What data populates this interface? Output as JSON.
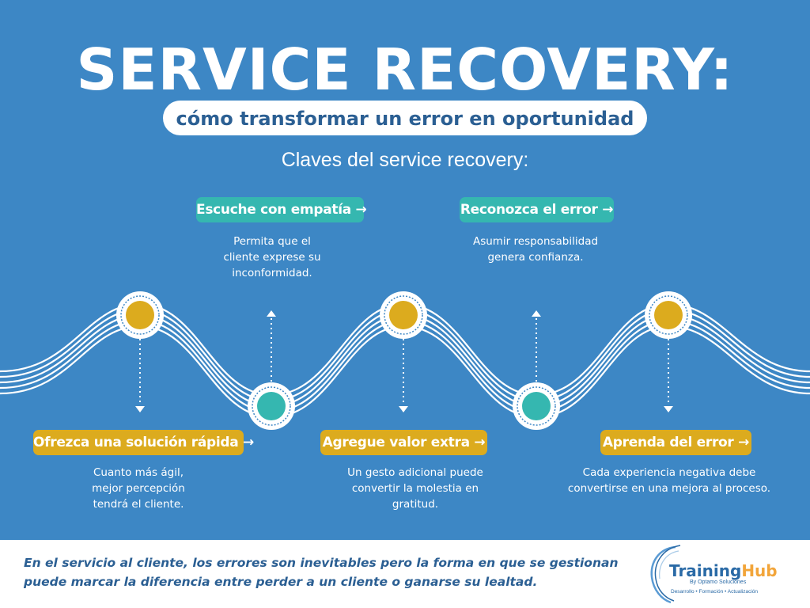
{
  "title": "SERVICE RECOVERY:",
  "subtitle": "cómo transformar un error en oportunidad",
  "section_heading": "Claves del service recovery:",
  "steps": [
    {
      "label": "Ofrezca una solución rápida →",
      "desc_lines": [
        "Cuanto más ágil,",
        "mejor percepción",
        "tendrá el cliente."
      ],
      "color": "#dcab1e"
    },
    {
      "label": "Escuche con empatía →",
      "desc_lines": [
        "Permita que el",
        "cliente exprese su",
        "inconformidad."
      ],
      "color": "#35b7b0"
    },
    {
      "label": "Agregue valor extra →",
      "desc_lines": [
        "Un gesto adicional puede",
        "convertir la molestia en",
        "gratitud."
      ],
      "color": "#dcab1e"
    },
    {
      "label": "Reconozca el error →",
      "desc_lines": [
        "Asumir responsabilidad",
        "genera confianza."
      ],
      "color": "#35b7b0"
    },
    {
      "label": "Aprenda del error →",
      "desc_lines": [
        "Cada experiencia negativa debe",
        "convertirse en una mejora al proceso."
      ],
      "color": "#dcab1e"
    }
  ],
  "footer": {
    "text": "En el servicio al cliente, los errores son inevitables pero la forma en que se gestionan puede marcar la diferencia entre perder a un cliente o ganarse su lealtad."
  },
  "logo": {
    "name_part1": "Training",
    "name_part2": "Hub",
    "by": "By Optamo Soluciones",
    "tagline": "Desarrollo • Formación • Actualización"
  },
  "colors": {
    "background": "#3d87c5",
    "teal": "#35b7b0",
    "gold": "#dcab1e",
    "text_dark": "#2b5f93",
    "logo_orange": "#f2a53a"
  }
}
